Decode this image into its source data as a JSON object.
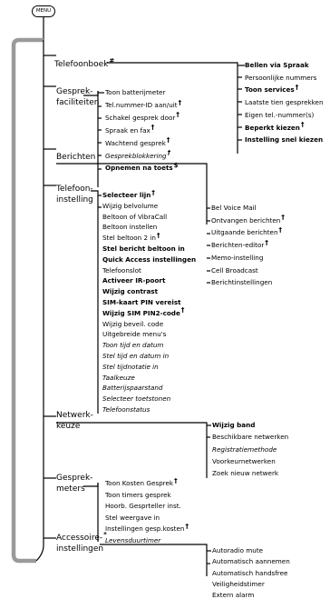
{
  "menu_button": "MENU",
  "sections": {
    "telefoonboek": {
      "title": "Telefoonboek",
      "mark": "#"
    },
    "gesprek_fac": {
      "title_l1": "Gesprek-",
      "title_l2": "faciliteiten"
    },
    "berichten": {
      "title": "Berichten"
    },
    "telefoon_inst": {
      "title_l1": "Telefoon-",
      "title_l2": "instelling"
    },
    "netwerk": {
      "title_l1": "Netwerk-",
      "title_l2": "keuze"
    },
    "gesprek_meters": {
      "title_l1": "Gesprek-",
      "title_l2": "meters"
    },
    "accessoire": {
      "title_l1": "Accessoire-",
      "title_l2": "instellingen",
      "mark": "*"
    }
  },
  "telefoonboek_items": [
    {
      "label": "Bellen via Spraak",
      "mark": ""
    },
    {
      "label": "Persoonlijke nummers",
      "mark": ""
    },
    {
      "label": "Toon services",
      "mark": "†"
    },
    {
      "label": "Laatste tien gesprekken",
      "mark": ""
    },
    {
      "label": "Eigen tel.-nummer(s)",
      "mark": ""
    },
    {
      "label": "Beperkt kiezen",
      "mark": "†"
    },
    {
      "label": "Instelling snel kiezen",
      "mark": ""
    }
  ],
  "gesprek_fac_items": [
    {
      "label": "Toon batterijmeter",
      "mark": ""
    },
    {
      "label": "Tel.nummer-ID aan/uit",
      "mark": "†"
    },
    {
      "label": "Schakel gesprek door",
      "mark": "†"
    },
    {
      "label": "Spraak en fax",
      "mark": "†"
    },
    {
      "label": "Wachtend gesprek",
      "mark": "†"
    },
    {
      "label": "Gesprekblokkering",
      "mark": "†"
    },
    {
      "label": "Opnemen na toets",
      "mark": "$"
    }
  ],
  "berichten_items": [
    {
      "label": "Bel Voice Mail",
      "mark": ""
    },
    {
      "label": "Ontvangen berichten",
      "mark": "†"
    },
    {
      "label": "Uitgaande berichten",
      "mark": "†"
    },
    {
      "label": "Berichten-editor",
      "mark": "†"
    },
    {
      "label": "Memo-instelling",
      "mark": ""
    },
    {
      "label": "Cell Broadcast",
      "mark": ""
    },
    {
      "label": "Berichtinstellingen",
      "mark": ""
    }
  ],
  "telefoon_inst_items": [
    {
      "label": "Selecteer lijn",
      "mark": "†"
    },
    {
      "label": "Wijzig belvolume",
      "mark": ""
    },
    {
      "label": "Beltoon of VibraCall",
      "mark": ""
    },
    {
      "label": "Beltoon instellen",
      "mark": ""
    },
    {
      "label": "Stel beltoon 2 in",
      "mark": "†"
    },
    {
      "label": "Stel bericht beltoon in",
      "mark": ""
    },
    {
      "label": "Quick Access instellingen",
      "mark": ""
    },
    {
      "label": "Telefoonslot",
      "mark": ""
    },
    {
      "label": "Activeer IR-poort",
      "mark": ""
    },
    {
      "label": "Wijzig contrast",
      "mark": ""
    },
    {
      "label": "SIM-kaart PIN vereist",
      "mark": ""
    },
    {
      "label": "Wijzig SIM PIN2-code",
      "mark": "†"
    },
    {
      "label": "Wijzig beveil. code",
      "mark": ""
    },
    {
      "label": "Uitgebreide menu's",
      "mark": ""
    },
    {
      "label": "Toon tijd en datum",
      "mark": ""
    },
    {
      "label": "Stel tijd en datum in",
      "mark": ""
    },
    {
      "label": "Stel tijdnotatie in",
      "mark": ""
    },
    {
      "label": "Taalkeuze",
      "mark": ""
    },
    {
      "label": "Batterijspaarstand",
      "mark": ""
    },
    {
      "label": "Selecteer toetstonen",
      "mark": ""
    },
    {
      "label": "Telefoonstatus",
      "mark": ""
    }
  ],
  "netwerk_items": [
    {
      "label": "Wijzig band",
      "mark": ""
    },
    {
      "label": "Beschikbare netwerken",
      "mark": ""
    },
    {
      "label": "Registratiemethode",
      "mark": ""
    },
    {
      "label": "Voorkeurnetwerken",
      "mark": ""
    },
    {
      "label": "Zoek nieuw netwerk",
      "mark": ""
    }
  ],
  "gesprek_meters_items": [
    {
      "label": "Toon Kosten Gesprek",
      "mark": "†"
    },
    {
      "label": "Toon timers gesprek",
      "mark": ""
    },
    {
      "label": "Hoorb. Gesprteller inst.",
      "mark": ""
    },
    {
      "label": "Stel weergave in",
      "mark": ""
    },
    {
      "label": "Instellingen gesp.kosten",
      "mark": "†"
    },
    {
      "label": "Levensduurtimer",
      "mark": ""
    }
  ],
  "accessoire_items": [
    {
      "label": "Autoradio mute",
      "mark": ""
    },
    {
      "label": "Automatisch aannemen",
      "mark": ""
    },
    {
      "label": "Automatisch handsfree",
      "mark": ""
    },
    {
      "label": "Veiligheidstimer",
      "mark": ""
    },
    {
      "label": "Extern alarm",
      "mark": ""
    }
  ]
}
